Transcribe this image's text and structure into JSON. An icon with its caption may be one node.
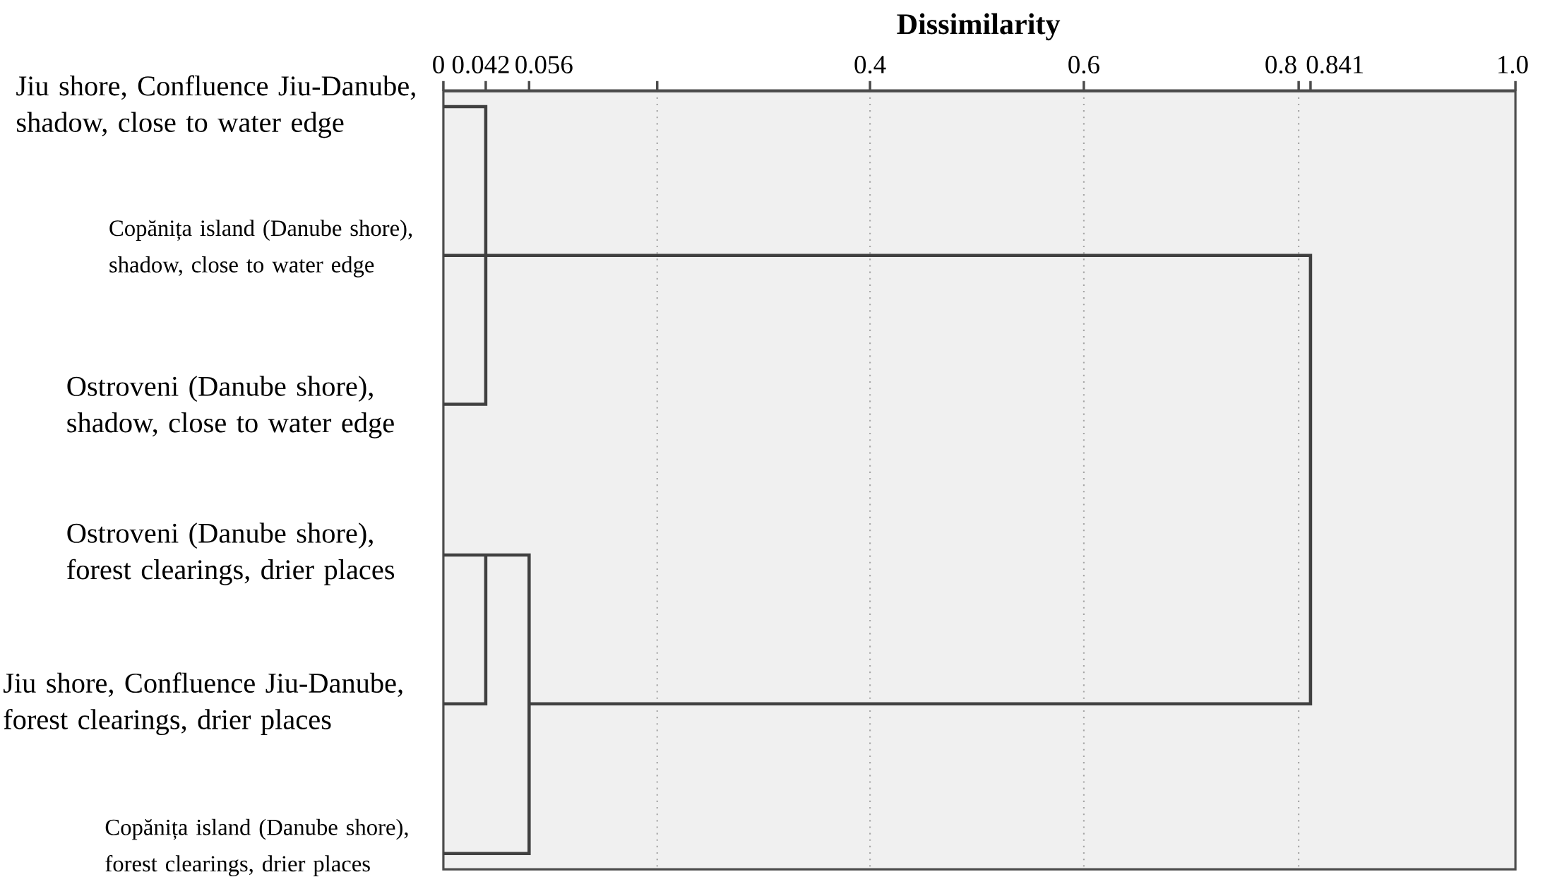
{
  "diagram": {
    "nodes": [
      {
        "text": [
          "Jiu shore, Confluence Jiu-Danube, shadow, close to water edge"
        ]
      },
      {
        "text": [
          "Copănița island (Danube shore), shadow, close to water edge"
        ]
      },
      {
        "text": [
          "Ostroveni (Danube shore), shadow, close to water edge"
        ]
      },
      {
        "text": [
          "Ostroveni (Danube shore), forest clearings, drier places"
        ]
      },
      {
        "text": [
          "Jiu shore, Confluence Jiu-Danube, forest clearings, drier places"
        ]
      },
      {
        "text": [
          "Copănița island (Danube shore), forest clearings, drier places"
        ]
      }
    ],
    "labels": [
      "Dissimilarity",
      "0",
      "0.042",
      "0.056",
      "0.4",
      "0.6",
      "0.8",
      "0.841",
      "1.0"
    ]
  }
}
